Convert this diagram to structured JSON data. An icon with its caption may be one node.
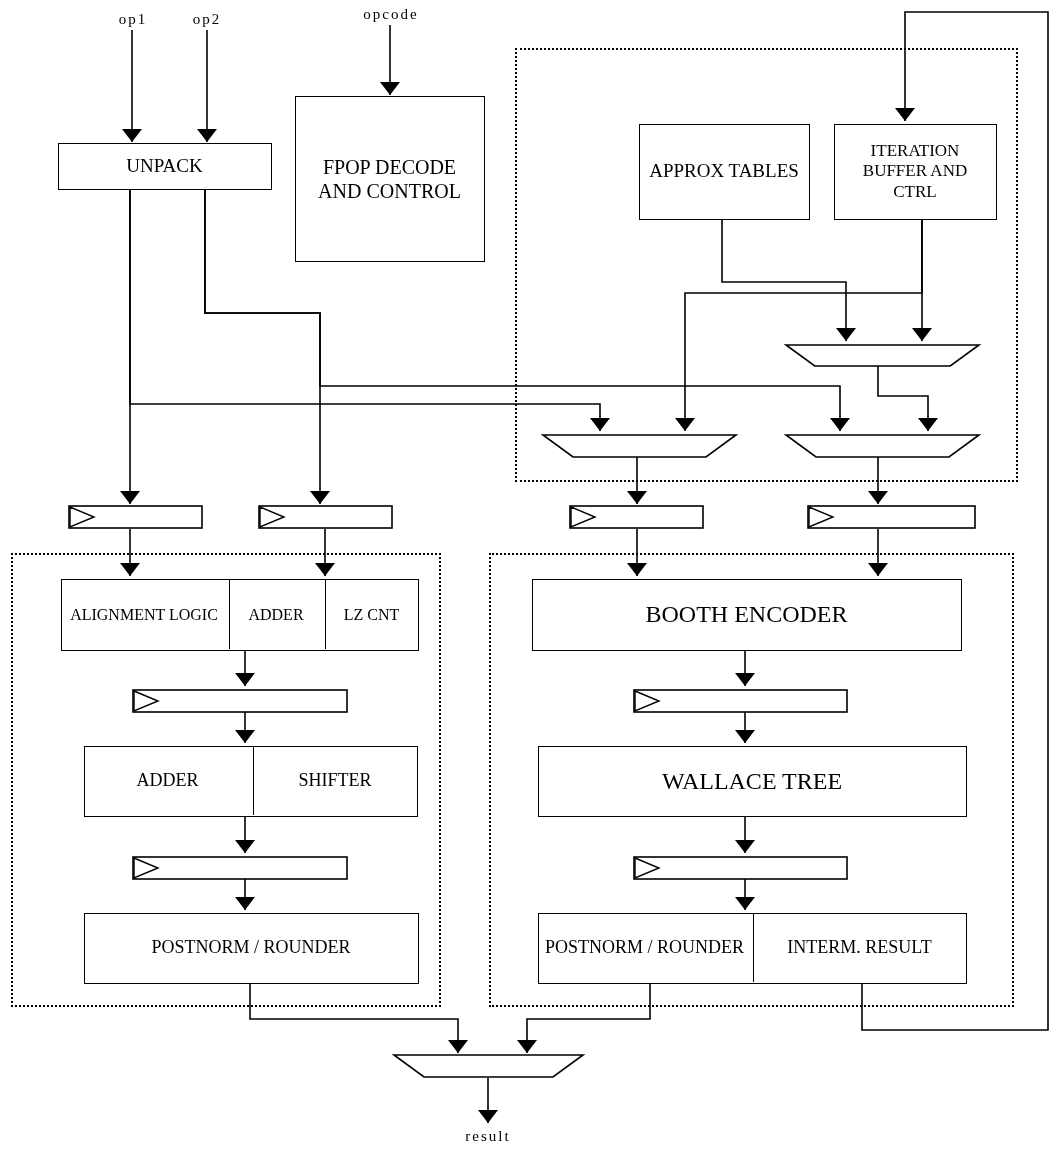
{
  "diagram": {
    "nodes": [
      {
        "text": [
          "op1"
        ]
      },
      {
        "text": [
          "op2"
        ]
      },
      {
        "text": [
          "opcode"
        ]
      },
      {
        "text": [
          "UNPACK"
        ]
      },
      {
        "text": [
          "FPOP DECODE AND CONTROL"
        ]
      },
      {
        "text": [],
        "shape": "box"
      },
      {
        "text": [
          "APPROX TABLES"
        ],
        "in": 5
      },
      {
        "text": [
          "ITERATION BUFFER AND CTRL"
        ],
        "in": 5
      },
      {
        "text": [],
        "shape": "trapezoid",
        "in": 5
      },
      {
        "text": [],
        "shape": "trapezoid",
        "in": 5
      },
      {
        "text": [],
        "shape": "trapezoid",
        "in": 5
      },
      {
        "text": [],
        "shape": "register"
      },
      {
        "text": [],
        "shape": "register"
      },
      {
        "text": [],
        "shape": "register"
      },
      {
        "text": [],
        "shape": "register"
      },
      {
        "text": [],
        "shape": "box"
      },
      {
        "text": [
          "ALIGNMENT LOGIC",
          "ADDER",
          "LZ CNT"
        ],
        "in": 15
      },
      {
        "text": [],
        "shape": "register",
        "in": 15
      },
      {
        "text": [
          "ADDER",
          "SHIFTER"
        ],
        "in": 15
      },
      {
        "text": [],
        "shape": "register",
        "in": 15
      },
      {
        "text": [
          "POSTNORM / ROUNDER"
        ],
        "in": 15
      },
      {
        "text": [],
        "shape": "box"
      },
      {
        "text": [
          "BOOTH ENCODER"
        ],
        "in": 21
      },
      {
        "text": [],
        "shape": "register",
        "in": 21
      },
      {
        "text": [
          "WALLACE TREE"
        ],
        "in": 21
      },
      {
        "text": [],
        "shape": "register",
        "in": 21
      },
      {
        "text": [
          "POSTNORM / ROUNDER",
          "INTERM. RESULT"
        ],
        "in": 21
      },
      {
        "text": [],
        "shape": "trapezoid"
      },
      {
        "text": [
          "result"
        ]
      }
    ],
    "edges": [
      {
        "from": 0,
        "to": 3,
        "arrow": "to"
      },
      {
        "from": 1,
        "to": 3,
        "arrow": "to"
      },
      {
        "from": 2,
        "to": 4,
        "arrow": "to"
      },
      {
        "from": 3,
        "to": 11,
        "arrow": "to"
      },
      {
        "from": 3,
        "to": 9,
        "arrow": "to"
      },
      {
        "from": 3,
        "to": 12,
        "arrow": "to"
      },
      {
        "from": 3,
        "to": 10,
        "arrow": "to"
      },
      {
        "from": 6,
        "to": 8,
        "arrow": "to"
      },
      {
        "from": 7,
        "to": 8,
        "arrow": "to"
      },
      {
        "from": 7,
        "to": 9,
        "arrow": "to"
      },
      {
        "from": 8,
        "to": 10,
        "arrow": "to"
      },
      {
        "from": 9,
        "to": 13,
        "arrow": "to"
      },
      {
        "from": 10,
        "to": 14,
        "arrow": "to"
      },
      {
        "from": 11,
        "to": 16,
        "arrow": "to"
      },
      {
        "from": 12,
        "to": 16,
        "arrow": "to"
      },
      {
        "from": 13,
        "to": 22,
        "arrow": "to"
      },
      {
        "from": 14,
        "to": 22,
        "arrow": "to"
      },
      {
        "from": 16,
        "to": 17,
        "arrow": "to"
      },
      {
        "from": 17,
        "to": 18,
        "arrow": "to"
      },
      {
        "from": 18,
        "to": 19,
        "arrow": "to"
      },
      {
        "from": 19,
        "to": 20,
        "arrow": "to"
      },
      {
        "from": 22,
        "to": 23,
        "arrow": "to"
      },
      {
        "from": 23,
        "to": 24,
        "arrow": "to"
      },
      {
        "from": 24,
        "to": 25,
        "arrow": "to"
      },
      {
        "from": 25,
        "to": 26,
        "arrow": "to"
      },
      {
        "from": 20,
        "to": 27,
        "arrow": "to"
      },
      {
        "from": 26,
        "to": 27,
        "arrow": "to"
      },
      {
        "from": 26,
        "to": 7,
        "arrow": "to"
      },
      {
        "from": 27,
        "to": 28,
        "arrow": "to"
      }
    ]
  }
}
